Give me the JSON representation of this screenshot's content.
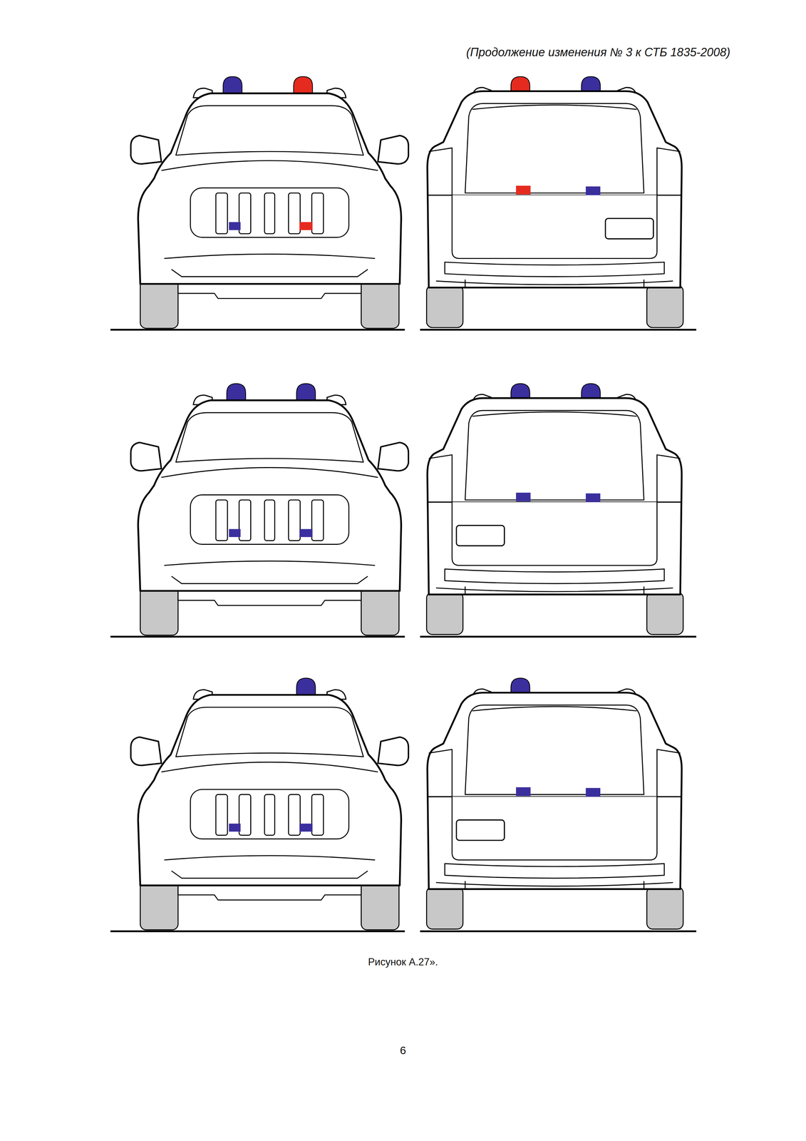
{
  "diagram": {
    "caption": "Рисунок А.27».",
    "labels": [
      "(Продолжение изменения № 3 к СТБ 1835-2008)",
      "6"
    ]
  }
}
